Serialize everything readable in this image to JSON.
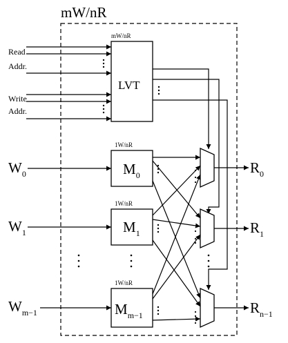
{
  "outer": {
    "label": "mW/nR"
  },
  "lvt": {
    "label": "LVT",
    "ports": "mW/nR"
  },
  "read_addr": [
    "Read",
    "Addr."
  ],
  "write_addr": [
    "Write",
    "Addr."
  ],
  "banks": [
    {
      "label": "M",
      "sub": "0",
      "ports": "1W/nR"
    },
    {
      "label": "M",
      "sub": "1",
      "ports": "1W/nR"
    },
    {
      "label": "M",
      "sub": "m−1",
      "ports": "1W/nR"
    }
  ],
  "writes": [
    {
      "label": "W",
      "sub": "0"
    },
    {
      "label": "W",
      "sub": "1"
    },
    {
      "label": "W",
      "sub": "m−1"
    }
  ],
  "reads": [
    {
      "label": "R",
      "sub": "0"
    },
    {
      "label": "R",
      "sub": "1"
    },
    {
      "label": "R",
      "sub": "n−1"
    }
  ]
}
